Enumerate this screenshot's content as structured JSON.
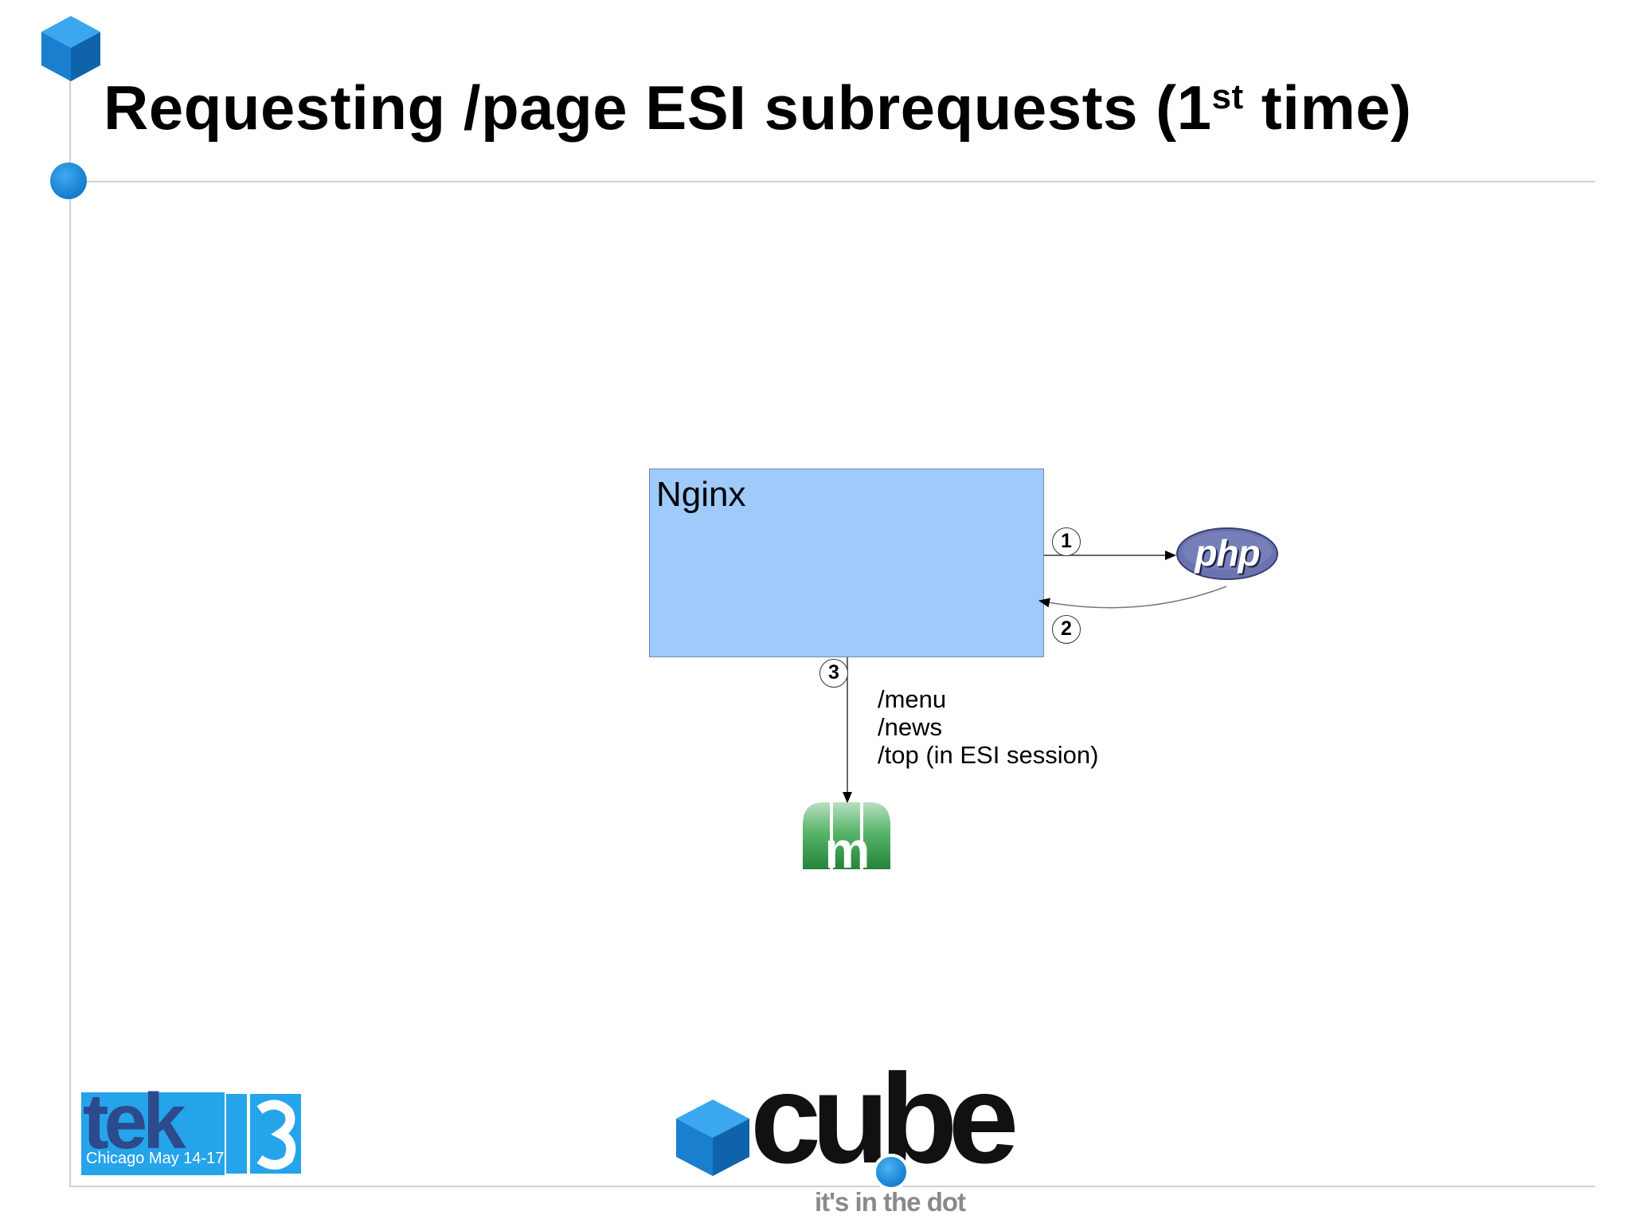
{
  "slide": {
    "title_main": "Requesting /page ESI subrequests (1",
    "title_sup": "st",
    "title_end": " time)"
  },
  "diagram": {
    "box_label": "Nginx",
    "steps": [
      "1",
      "2",
      "3"
    ],
    "esi_paths": [
      "/menu",
      "/news",
      "/top (in ESI session)"
    ],
    "php_logo_text": "php"
  },
  "footer": {
    "tek_logo_text": "tek",
    "tek_logo_number": "13",
    "tek_logo_subtitle": "Chicago May 14-17",
    "brand_logo_text": "cube",
    "brand_tagline": "it's in the dot"
  },
  "colors": {
    "nginx_box": "#9fcaf9",
    "accent_blue": "#1c86d6",
    "php_purple": "#6b74b0",
    "memcache_green": "#2f9a4a"
  }
}
